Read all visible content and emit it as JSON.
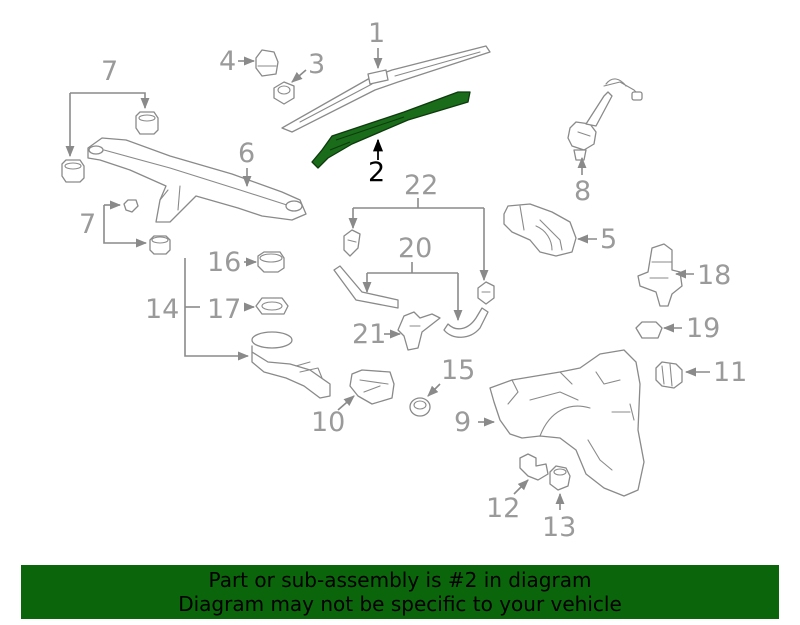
{
  "callouts": {
    "c1": "1",
    "c2": "2",
    "c3": "3",
    "c4": "4",
    "c5": "5",
    "c6": "6",
    "c7a": "7",
    "c7b": "7",
    "c8": "8",
    "c9": "9",
    "c10": "10",
    "c11": "11",
    "c12": "12",
    "c13": "13",
    "c14": "14",
    "c15": "15",
    "c16": "16",
    "c17": "17",
    "c18": "18",
    "c19": "19",
    "c20": "20",
    "c21": "21",
    "c22": "22"
  },
  "highlight": {
    "part_number": "2",
    "color": "#0b650b"
  },
  "banner": {
    "line1": "Part or sub-assembly is #2 in diagram",
    "line2": "Diagram may not be specific to your vehicle"
  }
}
